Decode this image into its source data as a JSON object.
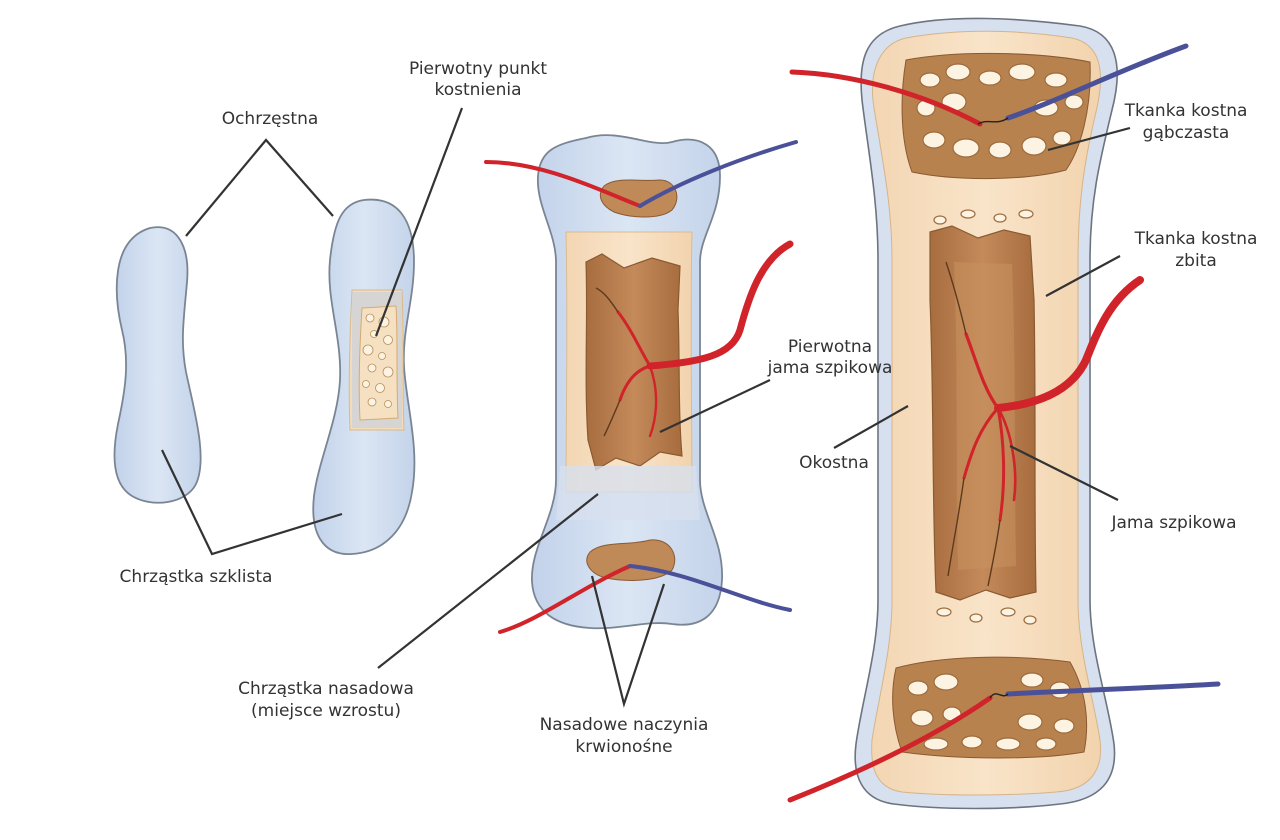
{
  "labels": {
    "perichondrium": "Ochrzęstna",
    "primary_ossification_1": "Pierwotny punkt",
    "primary_ossification_2": "kostnienia",
    "hyaline_cartilage": "Chrząstka szklista",
    "primary_marrow_1": "Pierwotna",
    "primary_marrow_2": "jama szpikowa",
    "epiphyseal_cartilage_1": "Chrząstka nasadowa",
    "epiphyseal_cartilage_2": "(miejsce wzrostu)",
    "epiphyseal_vessels_1": "Nasadowe naczynia",
    "epiphyseal_vessels_2": "krwionośne",
    "spongy_bone_1": "Tkanka kostna",
    "spongy_bone_2": "gąbczasta",
    "compact_bone_1": "Tkanka kostna",
    "compact_bone_2": "zbita",
    "periosteum": "Okostna",
    "marrow_cavity": "Jama szpikowa"
  },
  "colors": {
    "cartilage": "#cfdcef",
    "bone": "#f6dcbd",
    "marrow": "#b57a4c",
    "artery": "#d1232a",
    "vein": "#4b5199"
  }
}
